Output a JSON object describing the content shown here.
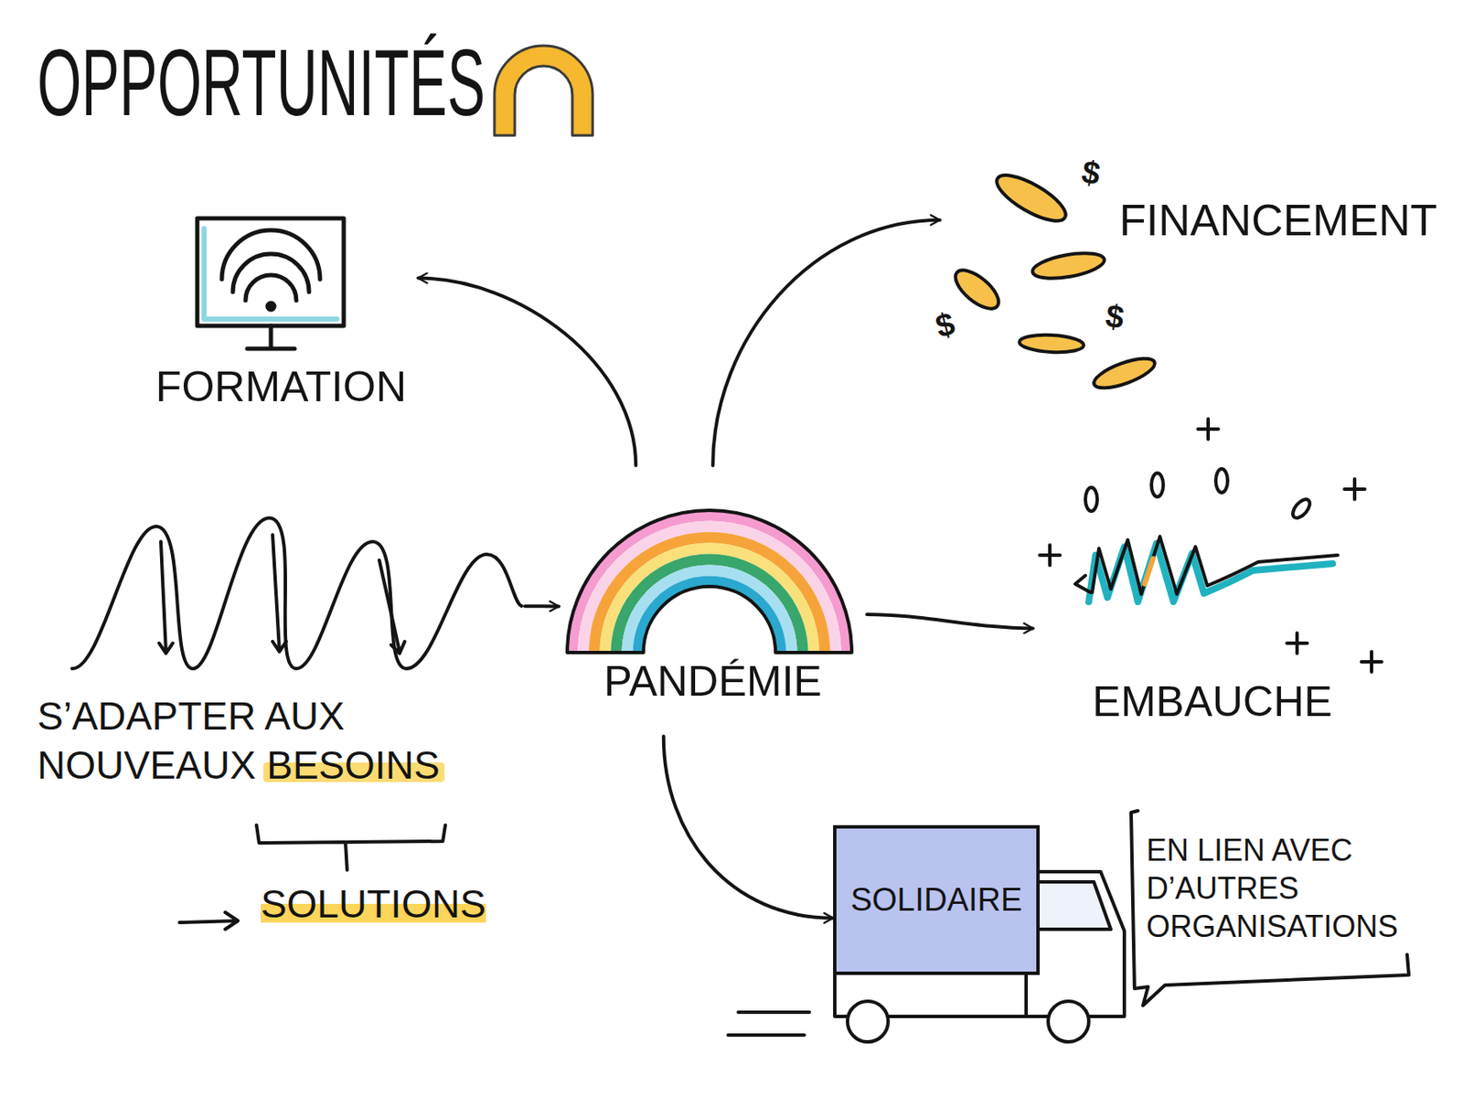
{
  "diagram": {
    "title": "OPPORTUNITÉS",
    "nodes": [
      {
        "text": [
          "FORMATION"
        ]
      },
      {
        "text": [
          "FINANCEMENT"
        ]
      },
      {
        "text": [
          "S’ADAPTER AUX NOUVEAUX BESOINS"
        ]
      },
      {
        "text": [
          "PANDÉMIE"
        ]
      },
      {
        "text": [
          "EMBAUCHE"
        ]
      },
      {
        "text": [
          "SOLIDAIRE"
        ]
      }
    ],
    "edges": [
      {
        "from": 2,
        "to": 3,
        "arrow": "to"
      },
      {
        "from": 3,
        "to": 0,
        "arrow": "to"
      },
      {
        "from": 3,
        "to": 1,
        "arrow": "to"
      },
      {
        "from": 3,
        "to": 4,
        "arrow": "to"
      },
      {
        "from": 3,
        "to": 5,
        "arrow": "to"
      }
    ],
    "labels": [
      "SOLUTIONS",
      "EN LIEN AVEC D’AUTRES ORGANISATIONS",
      "$",
      "$",
      "$"
    ]
  }
}
